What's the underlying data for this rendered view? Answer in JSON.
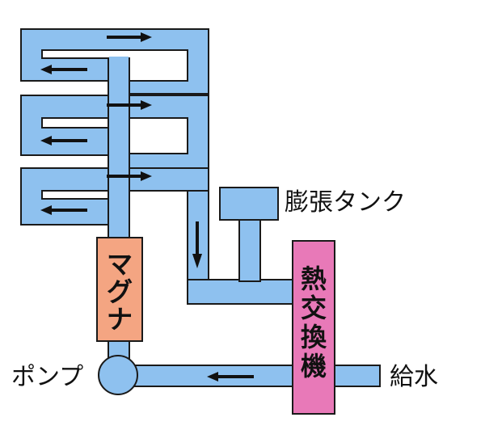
{
  "labels": {
    "expansion_tank": "膨張タンク",
    "pump": "ポンプ",
    "water_supply": "給水",
    "magna_chars": [
      "マ",
      "グ",
      "ナ"
    ],
    "heat_exchanger_chars": [
      "熱",
      "交",
      "換",
      "機"
    ]
  },
  "colors": {
    "pipe": "#8ec1ef",
    "magna_pump": "#f4a582",
    "heat_exchanger": "#e879b8",
    "arrow": "#111111"
  }
}
